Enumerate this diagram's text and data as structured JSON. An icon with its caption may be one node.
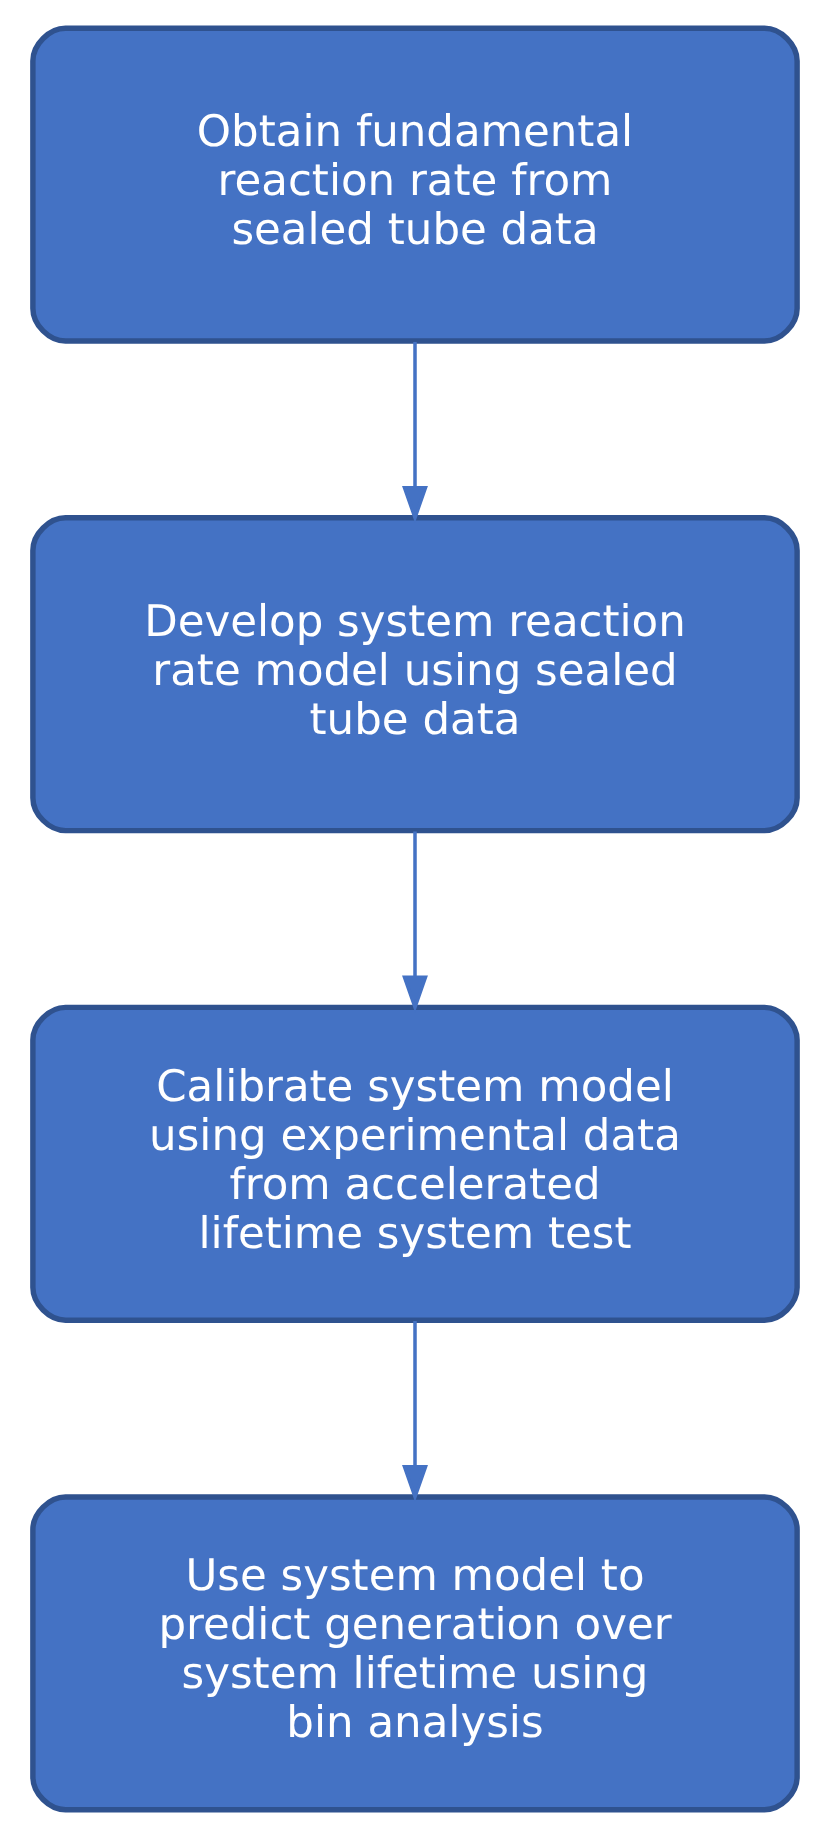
{
  "diagram": {
    "nodes": [
      {
        "text": [
          "Obtain fundamental reaction rate from sealed tube data"
        ]
      },
      {
        "text": [
          "Develop system reaction rate model using sealed tube data"
        ]
      },
      {
        "text": [
          "Calibrate system model using experimental data from accelerated lifetime system test"
        ]
      },
      {
        "text": [
          "Use system model to predict generation over system lifetime using bin analysis"
        ]
      }
    ],
    "edges": [
      {
        "from": 0,
        "to": 1,
        "arrow": "to"
      },
      {
        "from": 1,
        "to": 2,
        "arrow": "to"
      },
      {
        "from": 2,
        "to": 3,
        "arrow": "to"
      }
    ]
  }
}
